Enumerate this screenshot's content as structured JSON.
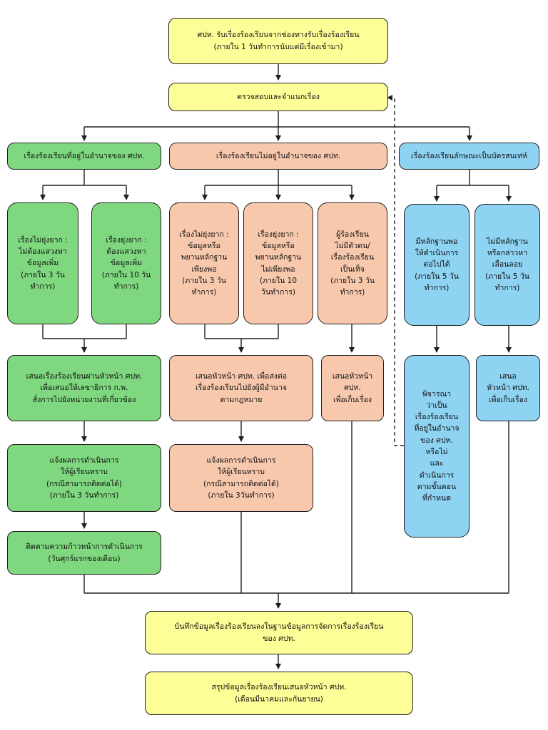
{
  "top": {
    "receive": "ศปท. รับเรื่องร้องเรียนจากช่องทางรับเรื่องร้องเรียน\n(ภายใน 1 วันทำการนับแต่มีเรื่องเข้ามา)",
    "classify": "ตรวจสอบและจำแนกเรื่อง"
  },
  "branch_green": {
    "header": "เรื่องร้องเรียนที่อยู่ในอำนาจของ  ศปท.",
    "easy": "เรื่องไม่ยุ่งยาก :\nไม่ต้องแสวงหา\nข้อมูลเพิ่ม\n(ภายใน 3 วัน\nทำการ)",
    "hard": "เรื่องยุ่งยาก :\nต้องแสวงหา\nข้อมูลเพิ่ม\n(ภายใน 10 วัน\nทำการ)",
    "propose": "เสนอเรื่องร้องเรียนผ่านหัวหน้า ศปท.\nเพื่อเสนอให้เลขาธิการ  ก.พ.\nสั่งการไปยังหน่วยงานที่เกี่ยวข้อง",
    "notify": "แจ้งผลการดำเนินการ\nให้ผู้เรียนทราบ\n(กรณีสามารถติดต่อได้)\n(ภายใน 3 วันทำการ)",
    "follow": "ติดตามความก้าวหน้าการดำเนินการ\n(วันศุกร์แรกของเดือน)"
  },
  "branch_orange": {
    "header": "เรื่องร้องเรียนไม่อยู่ในอำนาจของ ศปท.",
    "easy": "เรื่องไม่ยุ่งยาก :\nข้อมูลหรือ\nพยานหลักฐาน\nเพียงพอ\n(ภายใน 3 วัน\nทำการ)",
    "hard": "เรื่องยุ่งยาก :\nข้อมูลหรือ\nพยานหลักฐาน\nไม่เพียงพอ\n(ภายใน 10\nวันทำการ)",
    "unknown": "ผู้ร้องเรียน\nไม่มีตัวตน/\nเรื่องร้องเรียน\nเป็นเท็จ\n(ภายใน 3 วัน\nทำการ)",
    "forward": "เสนอหัวหน้า  ศปท.  เพื่อส่งต่อ\nเรื่องร้องเรียนไปยังผู้มีอำนาจ\nตามกฎหมาย",
    "notify": "แจ้งผลการดำเนินการ\nให้ผู้เรียนทราบ\n(กรณีสามารถติดต่อได้)\n(ภายใน 3วันทำการ)",
    "archive": "เสนอหัวหน้า\nศปท.\nเพื่อเก็บเรื่อง"
  },
  "branch_blue": {
    "header": "เรื่องร้องเรียนลักษณะเป็นบัตรสนเท่ห์",
    "evidence": "มีหลักฐานพอ\nให้ดำเนินการ\nต่อไปได้\n(ภายใน 5 วัน\nทำการ)",
    "no_evidence": "ไม่มีหลักฐาน\nหรือกล่าวหา\nเลื่อนลอย\n(ภายใน 5 วัน\nทำการ)",
    "consider": "พิจารณา\nว่าเป็น\nเรื่องร้องเรียน\nที่อยู่ในอำนาจ\nของ ศปท.\nหรือไม่\nและ\nดำเนินการ\nตามขั้นตอน\nที่กำหนด",
    "archive": "เสนอ\nหัวหน้า ศปท.\nเพื่อเก็บเรื่อง"
  },
  "bottom": {
    "record": "บันทึกข้อมูลเรื่องร้องเรียนลงในฐานข้อมูลการจัดการเรื่องร้องเรียน\nของ ศปท.",
    "summary": "สรุปข้อมูลเรื่องร้องเรียนเสนอหัวหน้า  ศปท.\n(เดือนมีนาคมและกันยายน)"
  },
  "colors": {
    "yellow": "#fefe99",
    "green": "#7fd87f",
    "orange": "#f8c8ad",
    "blue": "#8fd3f3",
    "line": "#1f1f1f"
  }
}
